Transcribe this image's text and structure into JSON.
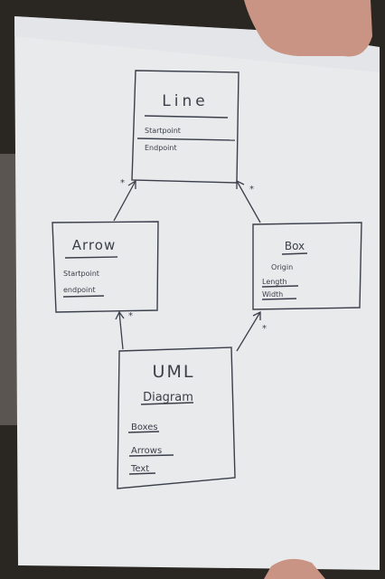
{
  "diagram": {
    "classes": {
      "line": {
        "title": "Line",
        "attributes": [
          "Startpoint",
          "Endpoint"
        ]
      },
      "arrow": {
        "title": "Arrow",
        "attributes": [
          "Startpoint",
          "endpoint"
        ]
      },
      "box": {
        "title": "Box",
        "attributes": [
          "Origin",
          "Length",
          "Width"
        ]
      },
      "uml": {
        "title_line1": "UML",
        "title_line2": "Diagram",
        "attributes": [
          "Boxes",
          "Arrows",
          "Text"
        ]
      }
    },
    "multiplicities": {
      "arrow_to_line": "*",
      "box_to_line": "*",
      "uml_to_arrow": "*",
      "uml_to_box": "*"
    }
  },
  "colors": {
    "paper": "#e9eaec",
    "ink": "#3a3f4a",
    "background": "#2a2622",
    "skin": "#c99483"
  }
}
